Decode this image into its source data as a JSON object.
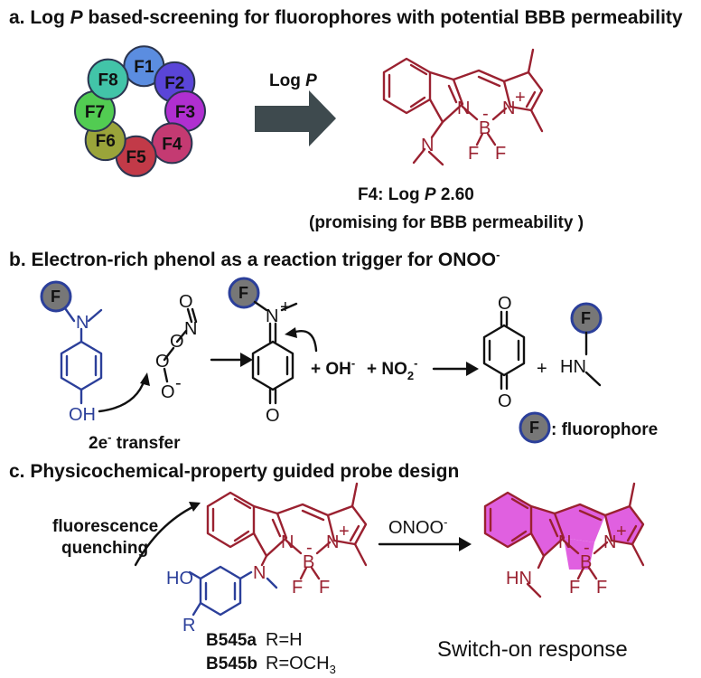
{
  "panels": {
    "a": {
      "heading": "a.  Log P based-screening for fluorophores with potential BBB permeability",
      "heading_prefix": "a.  Log ",
      "heading_italic": "P",
      "heading_suffix": " based-screening for fluorophores with potential BBB permeability"
    },
    "b": {
      "heading_prefix": "b.  Electron-rich phenol as a reaction trigger for ONOO",
      "heading_sup": "-"
    },
    "c": {
      "heading": "c.  Physicochemical-property guided probe design"
    }
  },
  "fluorophores": [
    {
      "label": "F1",
      "color": "#5b8de0"
    },
    {
      "label": "F2",
      "color": "#5a45d8"
    },
    {
      "label": "F3",
      "color": "#b02fd0"
    },
    {
      "label": "F4",
      "color": "#c43a72"
    },
    {
      "label": "F5",
      "color": "#c23a48"
    },
    {
      "label": "F6",
      "color": "#9aa43a"
    },
    {
      "label": "F7",
      "color": "#52cc52"
    },
    {
      "label": "F8",
      "color": "#42c4a8"
    }
  ],
  "arrow_logp": {
    "prefix": "Log ",
    "italic": "P"
  },
  "f4_result": {
    "prefix": "F4: Log ",
    "italic": "P",
    "value": " 2.60",
    "note": "(promising for BBB permeability )"
  },
  "reaction_b": {
    "hydroxyl": "OH",
    "transfer_prefix": "2e",
    "transfer_sup": "-",
    "transfer_suffix": " transfer",
    "hydroxide": "+ OH",
    "hydroxide_sup": "-",
    "nitrite": "+ NO",
    "nitrite_sub": "2",
    "nitrite_sup": "-",
    "plus": "+",
    "amine": "HN",
    "legend": ": fluorophore",
    "f_badge": "F"
  },
  "reaction_c": {
    "quench_line1": "fluorescence",
    "quench_line2": "quenching",
    "hydroxyl": "HO",
    "r_group": "R",
    "reagent": "ONOO",
    "reagent_sup": "-",
    "probe_a_name": "B545a",
    "probe_a_sub": "R=H",
    "probe_b_name": "B545b",
    "probe_b_sub_prefix": "R=OCH",
    "probe_b_sub_sub": "3",
    "product_amine": "HN",
    "response": "Switch-on response",
    "response_color": "#9a2130"
  },
  "atoms": {
    "N": "N",
    "B": "B",
    "F": "F",
    "O": "O",
    "plus": "+",
    "minus": "-"
  },
  "colors": {
    "bodipy": "#9a2130",
    "phenol": "#2b3f9a",
    "switch_fill": "#e060e0",
    "arrow": "#3e4a4e"
  }
}
